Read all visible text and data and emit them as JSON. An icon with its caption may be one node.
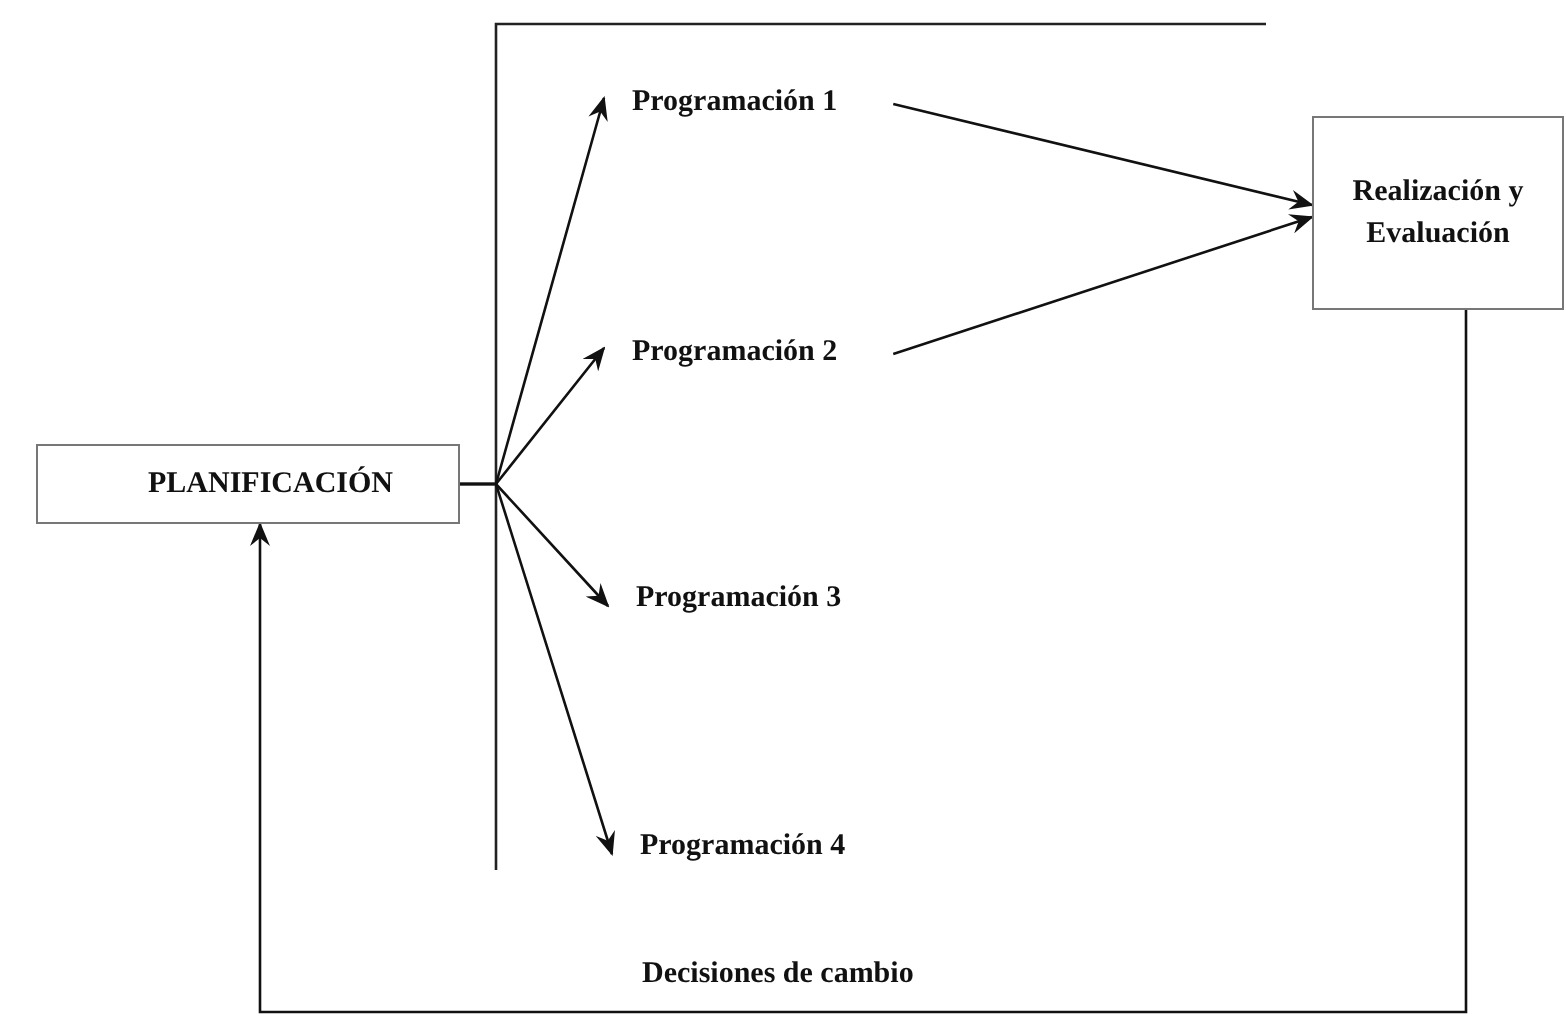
{
  "diagram": {
    "nodes": [
      {
        "text": [
          "PLANIFICACIÓN"
        ]
      },
      {
        "text": [
          "Programación 1"
        ]
      },
      {
        "text": [
          "Programación 2"
        ]
      },
      {
        "text": [
          "Programación 3"
        ]
      },
      {
        "text": [
          "Programación 4"
        ]
      },
      {
        "text": [
          "Realización y Evaluación"
        ]
      }
    ],
    "edges": [
      {
        "from": 0,
        "to": 1,
        "arrow": "to"
      },
      {
        "from": 0,
        "to": 2,
        "arrow": "to"
      },
      {
        "from": 0,
        "to": 3,
        "arrow": "to"
      },
      {
        "from": 0,
        "to": 4,
        "arrow": "to"
      },
      {
        "from": 1,
        "to": 5,
        "arrow": "to"
      },
      {
        "from": 2,
        "to": 5,
        "arrow": "to"
      },
      {
        "from": 5,
        "to": 0,
        "arrow": "to",
        "label": "Decisiones de cambio"
      }
    ]
  }
}
